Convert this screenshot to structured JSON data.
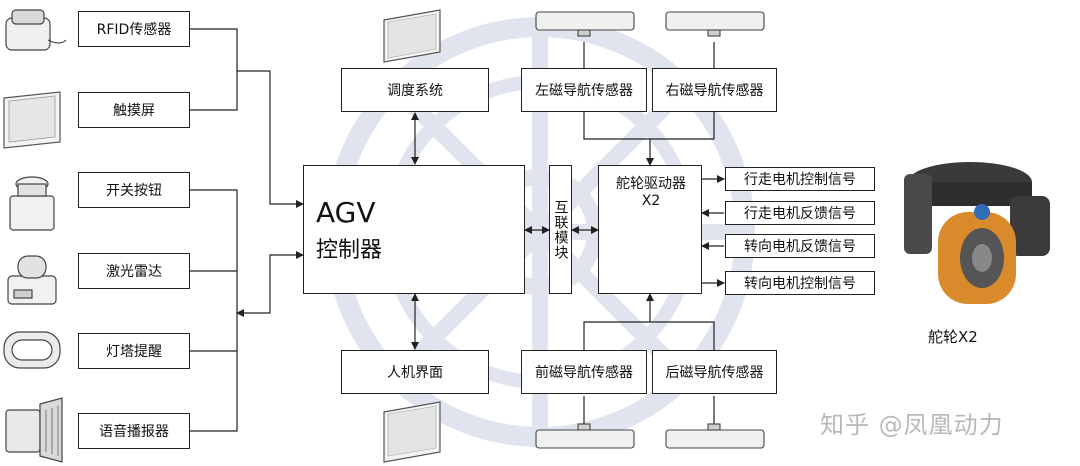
{
  "left_devices": [
    "RFID传感器",
    "触摸屏",
    "开关按钮",
    "激光雷达",
    "灯塔提醒",
    "语音播报器"
  ],
  "controller": {
    "title": "AGV",
    "subtitle": "控制器"
  },
  "dispatch": "调度系统",
  "hmi": "人机界面",
  "interconnect": "互联模块",
  "nav_sensors": {
    "left": "左磁导航传感器",
    "right": "右磁导航传感器",
    "front": "前磁导航传感器",
    "rear": "后磁导航传感器"
  },
  "driver": {
    "title": "舵轮驱动器",
    "sub": "X2"
  },
  "signals": [
    "行走电机控制信号",
    "行走电机反馈信号",
    "转向电机反馈信号",
    "转向电机控制信号"
  ],
  "wheel_caption": "舵轮X2",
  "watermark": "知乎 @凤凰动力",
  "colors": {
    "line": "#222222",
    "watermark_logo": "#dfe4ee",
    "wheel_orange": "#d98a2b"
  }
}
